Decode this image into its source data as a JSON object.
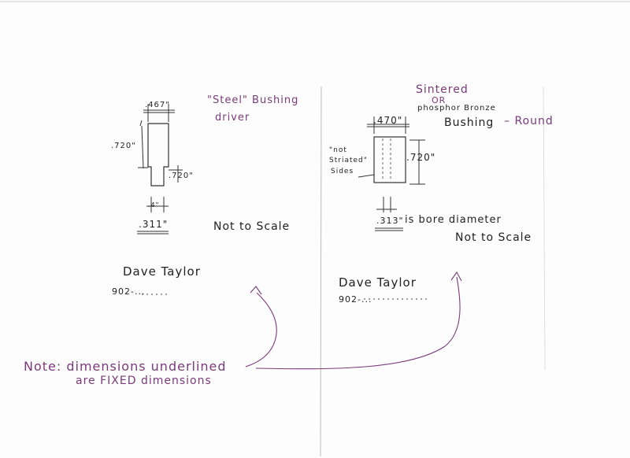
{
  "left_drawing": {
    "title_line1": "\"Steel\" Bushing",
    "title_line2": "driver",
    "dim_top": ".467\"",
    "dim_height": ".720\"",
    "dim_shaft": ".720\"",
    "dim_small": ".4\"",
    "dim_bottom": ".311\"",
    "scale_note": "Not to Scale",
    "author": "Dave Taylor",
    "phone": "902-..."
  },
  "right_drawing": {
    "title_line1": "Sintered",
    "title_line2": "OR",
    "title_line3": "phosphor Bronze",
    "title_line4_a": "Bushing",
    "title_line4_b": "– Round",
    "dim_top": ".470\"",
    "side_note_1": "\"not",
    "side_note_2": "Striated\"",
    "side_note_3": "Sides",
    "dim_height": ".720\"",
    "dim_bore": ".313\"",
    "bore_note": "is bore diameter",
    "scale_note": "Not to Scale",
    "author": "Dave Taylor",
    "phone": "902-..."
  },
  "note": {
    "line1": "Note: dimensions underlined",
    "line2": "are FIXED dimensions"
  },
  "colors": {
    "ink": "#2c2c2c",
    "purple_ink": "#7a3a7a",
    "paper": "#fdfdfd"
  }
}
